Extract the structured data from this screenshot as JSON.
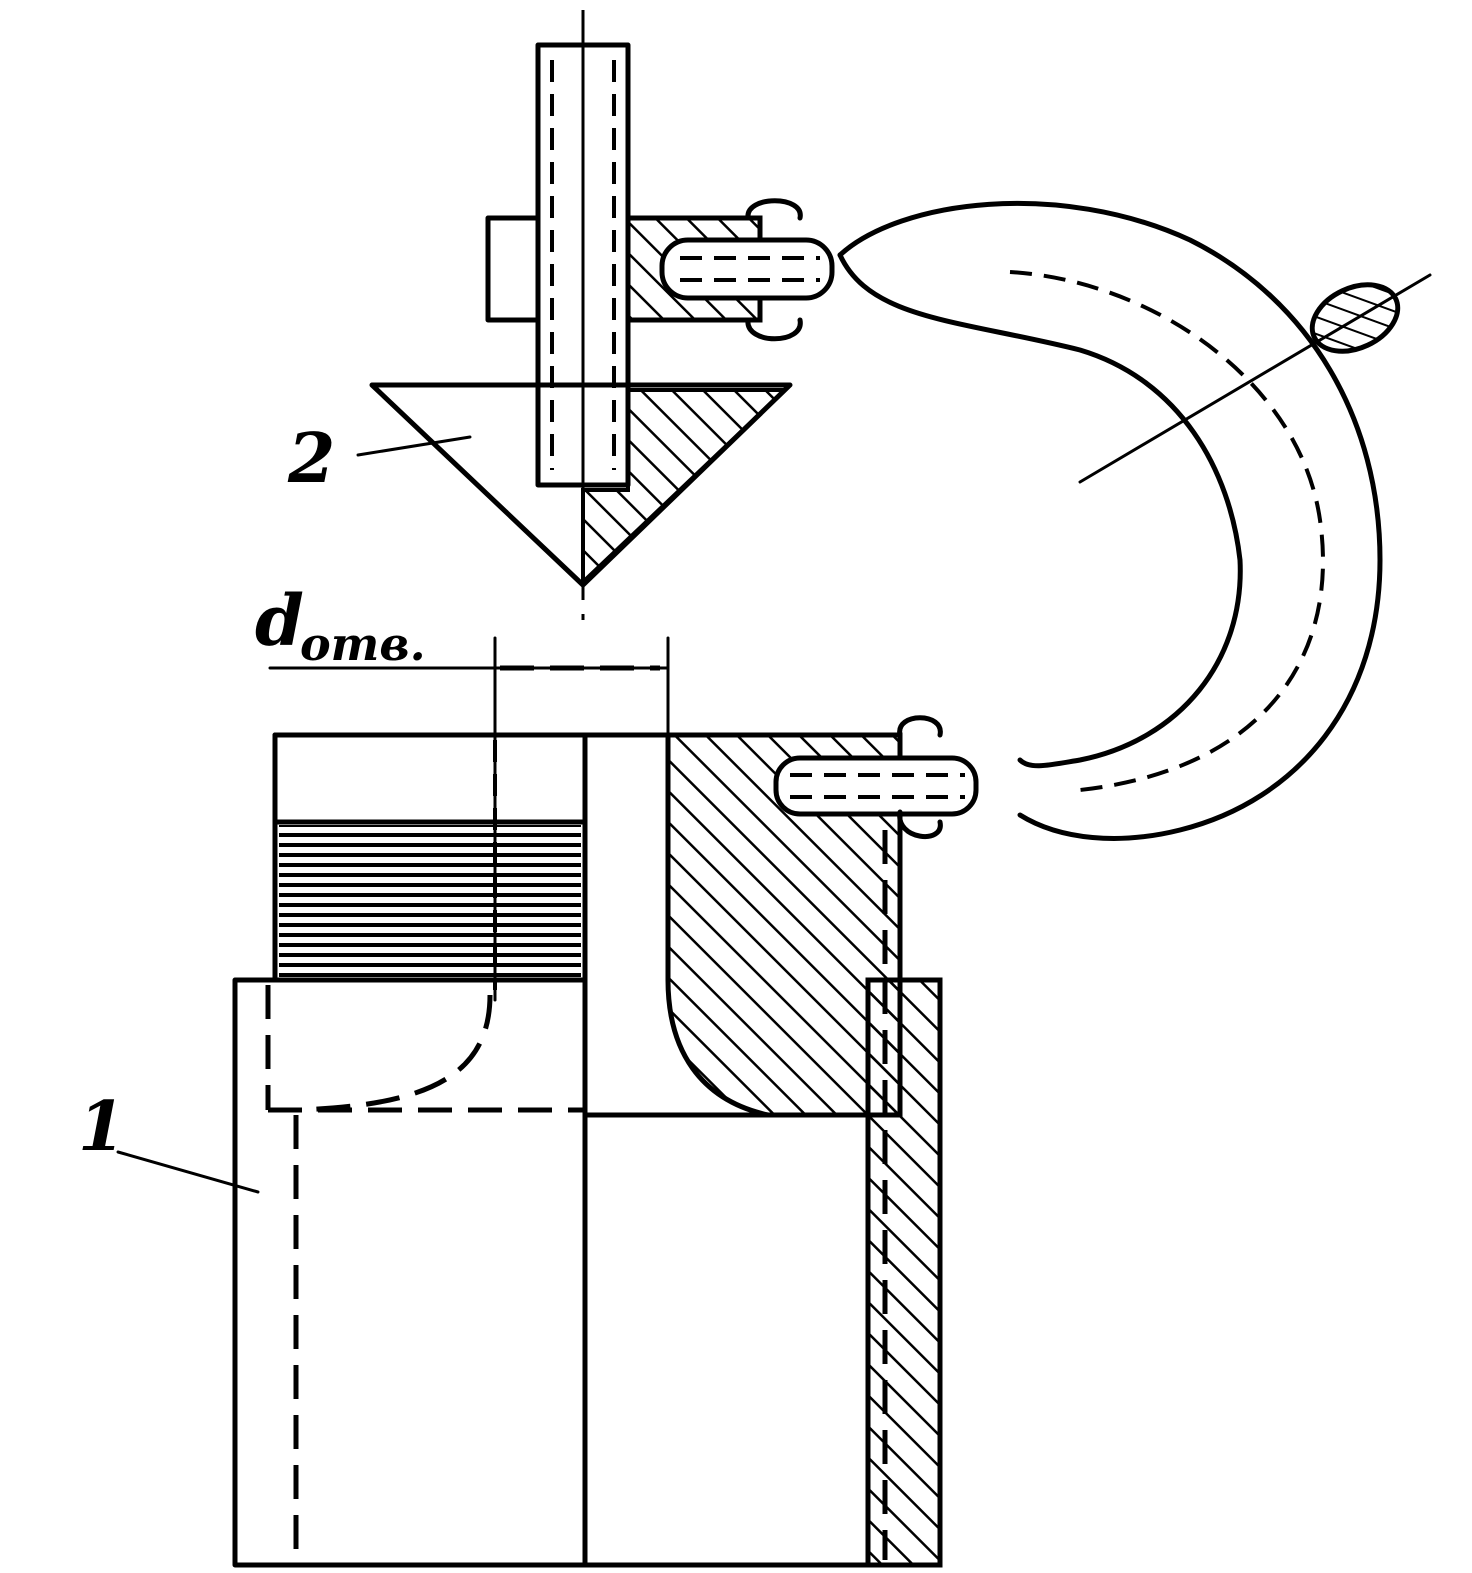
{
  "labels": {
    "part_1": "1",
    "part_2": "2",
    "dimension": "d"
  },
  "colors": {
    "ink": "#000000",
    "paper": "#ffffff"
  }
}
